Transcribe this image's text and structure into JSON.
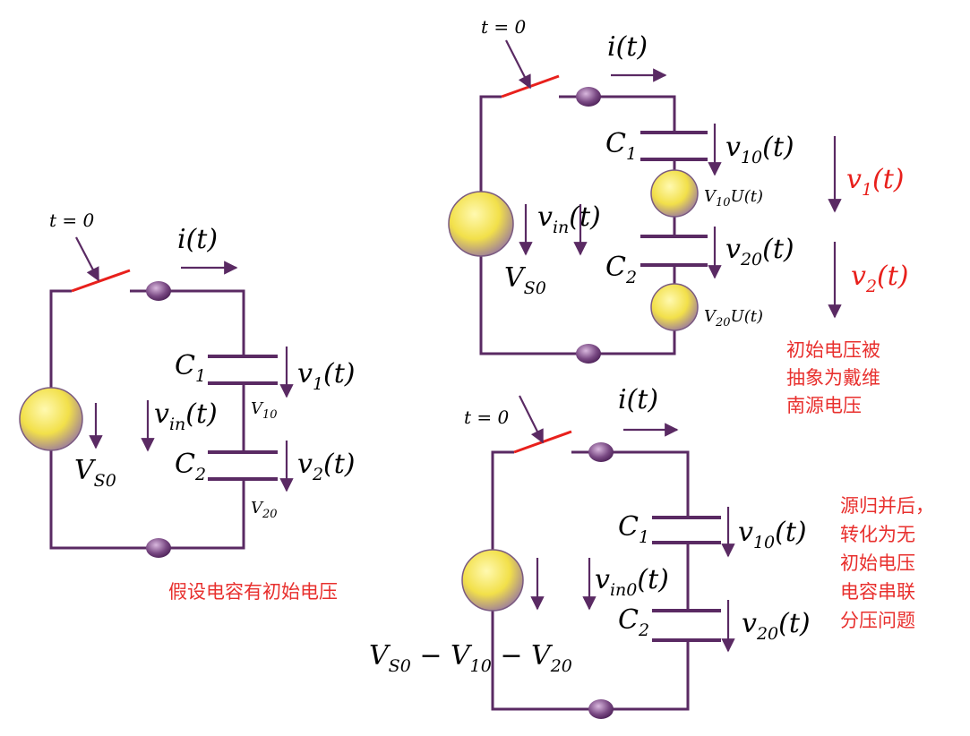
{
  "colors": {
    "wire": "#5a2a63",
    "switch": "#e8201c",
    "note": "#e8302e",
    "source_fill": "#f2e04a"
  },
  "icons": [
    "switch-icon",
    "voltage-source-icon",
    "capacitor-icon",
    "terminal-node-icon",
    "arrow-icon"
  ],
  "circuit_a": {
    "t0": "t = 0",
    "current": "i(t)",
    "c1": "C",
    "c1_sub": "1",
    "c2": "C",
    "c2_sub": "2",
    "v1": "v",
    "v1_sub": "1",
    "v1_tail": "(t)",
    "v2": "v",
    "v2_sub": "2",
    "v2_tail": "(t)",
    "vin": "v",
    "vin_sub": "in",
    "vin_tail": "(t)",
    "vs": "V",
    "vs_sub": "S0",
    "v10": "V",
    "v10_sub": "10",
    "v20": "V",
    "v20_sub": "20",
    "note": "假设电容有初始电压"
  },
  "circuit_b": {
    "t0": "t = 0",
    "current": "i(t)",
    "c1": "C",
    "c1_sub": "1",
    "c2": "C",
    "c2_sub": "2",
    "v10": "v",
    "v10_sub": "10",
    "v10_tail": "(t)",
    "v20": "v",
    "v20_sub": "20",
    "v20_tail": "(t)",
    "vin": "v",
    "vin_sub": "in",
    "vin_tail": "(t)",
    "vs": "V",
    "vs_sub": "S0",
    "src1": "V",
    "src1_sub": "10",
    "src1_tail": "U(t)",
    "src2": "V",
    "src2_sub": "20",
    "src2_tail": "U(t)",
    "v1": "v",
    "v1_sub": "1",
    "v1_tail": "(t)",
    "v2": "v",
    "v2_sub": "2",
    "v2_tail": "(t)",
    "note_lines": [
      "初始电压被",
      "抽象为戴维",
      "南源电压"
    ]
  },
  "circuit_c": {
    "t0": "t = 0",
    "current": "i(t)",
    "c1": "C",
    "c1_sub": "1",
    "c2": "C",
    "c2_sub": "2",
    "v10": "v",
    "v10_sub": "10",
    "v10_tail": "(t)",
    "v20": "v",
    "v20_sub": "20",
    "v20_tail": "(t)",
    "vin": "v",
    "vin_sub": "in0",
    "vin_tail": "(t)",
    "vs_a": "V",
    "vs_a_sub": "S0",
    "vs_minus1": " − V",
    "vs_b_sub": "10",
    "vs_minus2": " − V",
    "vs_c_sub": "20",
    "note_lines": [
      "源归并后，",
      "转化为无",
      "初始电压",
      "电容串联",
      "分压问题"
    ]
  }
}
